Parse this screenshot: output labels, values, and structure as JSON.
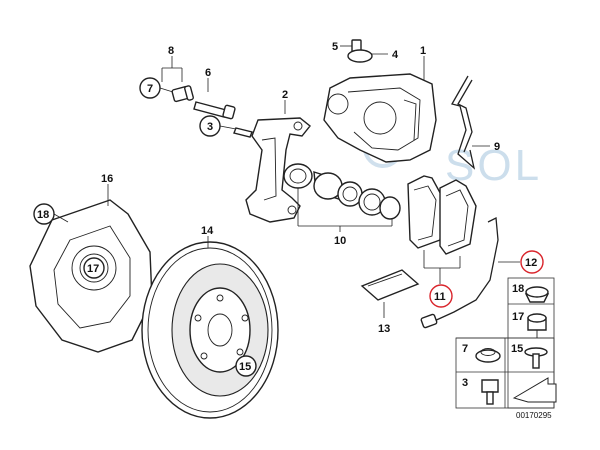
{
  "watermark": {
    "text": "SOL"
  },
  "diagram_code": "00170295",
  "callouts": {
    "c1": "1",
    "c2": "2",
    "c3": "3",
    "c4": "4",
    "c5": "5",
    "c6": "6",
    "c7": "7",
    "c8": "8",
    "c9": "9",
    "c10": "10",
    "c11": "11",
    "c12": "12",
    "c13": "13",
    "c14": "14",
    "c15": "15",
    "c16": "16",
    "c17": "17",
    "c18": "18"
  },
  "legend": {
    "l18": "18",
    "l17": "17",
    "l7": "7",
    "l15": "15",
    "l3": "3"
  },
  "colors": {
    "highlight_ring": "#d9242b",
    "watermark": "#bcd3e6"
  }
}
